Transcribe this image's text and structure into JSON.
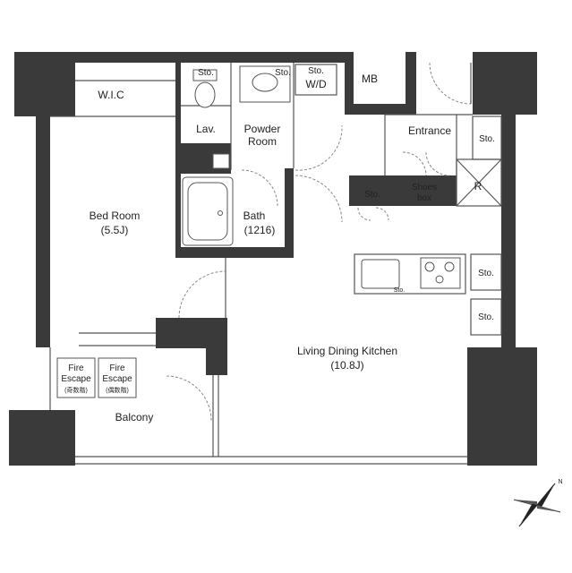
{
  "rooms": {
    "wic": "W.I.C",
    "bedroom_name": "Bed Room",
    "bedroom_size": "(5.5J)",
    "lav": "Lav.",
    "powder_1": "Powder",
    "powder_2": "Room",
    "bath_name": "Bath",
    "bath_size": "(1216)",
    "wd": "W/D",
    "mb": "MB",
    "entrance": "Entrance",
    "shoes_1": "Shoes",
    "shoes_2": "box",
    "r": "R",
    "ldk_name": "Living Dining Kitchen",
    "ldk_size": "(10.8J)",
    "balcony": "Balcony"
  },
  "storage": {
    "sto_lav": "Sto.",
    "sto_powder": "Sto.",
    "sto_wd": "Sto.",
    "sto_entrance": "Sto.",
    "sto_hall": "Sto.",
    "sto_kitchen_right": "Sto.",
    "sto_kitchen_right_2": "Sto.",
    "sto_sink": "Sto."
  },
  "fire_escape": {
    "left_1": "Fire",
    "left_2": "Escape",
    "left_3": "(奇数階)",
    "right_1": "Fire",
    "right_2": "Escape",
    "right_3": "(偶数階)"
  },
  "compass": {
    "north_label": "N"
  },
  "colors": {
    "wall": "#3a3a3a",
    "line": "#555555",
    "background": "#ffffff"
  }
}
